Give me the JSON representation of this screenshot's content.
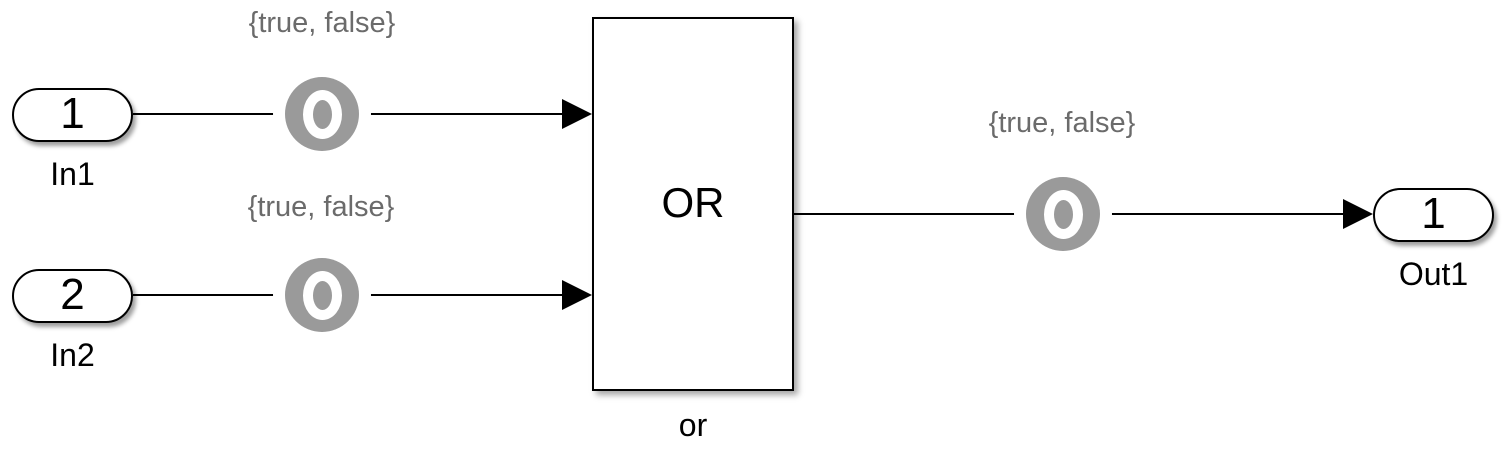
{
  "diagram": {
    "type": "simulink-block-diagram",
    "background_color": "#ffffff",
    "wire_color": "#000000",
    "block_fill_color": "#ffffff",
    "block_border_color": "#000000",
    "annotation_text_color": "#6b6b6b",
    "marker_gray_color": "#9a9a9a"
  },
  "blocks": {
    "in1": {
      "number": "1",
      "label": "In1"
    },
    "in2": {
      "number": "2",
      "label": "In2"
    },
    "or": {
      "text": "OR",
      "label": "or"
    },
    "out1": {
      "number": "1",
      "label": "Out1"
    }
  },
  "annotations": {
    "in1": "{true, false}",
    "in2": "{true, false}",
    "out": "{true, false}"
  },
  "icons": {
    "signal_marker": "gray circle with white letter O"
  }
}
